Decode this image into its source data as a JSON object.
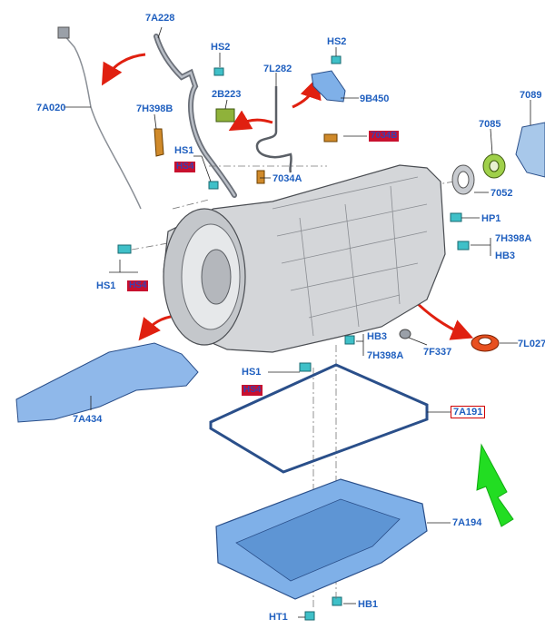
{
  "labels": {
    "p7A228": "7A228",
    "p7A020": "7A020",
    "hs2_top": "HS2",
    "hs2_right": "HS2",
    "p7L282": "7L282",
    "p2B223": "2B223",
    "p9B450": "9B450",
    "p7089": "7089",
    "p7H398B": "7H398B",
    "p7085": "7085",
    "hs1_top": "HS1",
    "p7034A": "7034A",
    "p7052": "7052",
    "hp1": "HP1",
    "p7H398A_right": "7H398A",
    "hb3_right": "HB3",
    "hs1_left": "HS1",
    "hb3_mid": "HB3",
    "p7H398A_mid": "7H398A",
    "p7F337": "7F337",
    "p7L027": "7L027",
    "hs1_mid": "HS1",
    "p7A434": "7A434",
    "p7A191": "7A191",
    "p7A194": "7A194",
    "ht1": "HT1",
    "hb1": "HB1"
  },
  "highlight_boxes": {
    "top_right": "7034B",
    "hs1_top_code": "HS4",
    "hs1_left_code": "HS4",
    "hs1_mid_code": "HS4"
  },
  "colors": {
    "label_blue": "#1f5fbf",
    "callout_red": "#d00000",
    "arrow_red": "#e02010",
    "arrow_green": "#22dd22",
    "part_blue": "#7fb0e8",
    "housing_gray": "#d4d6d9"
  }
}
